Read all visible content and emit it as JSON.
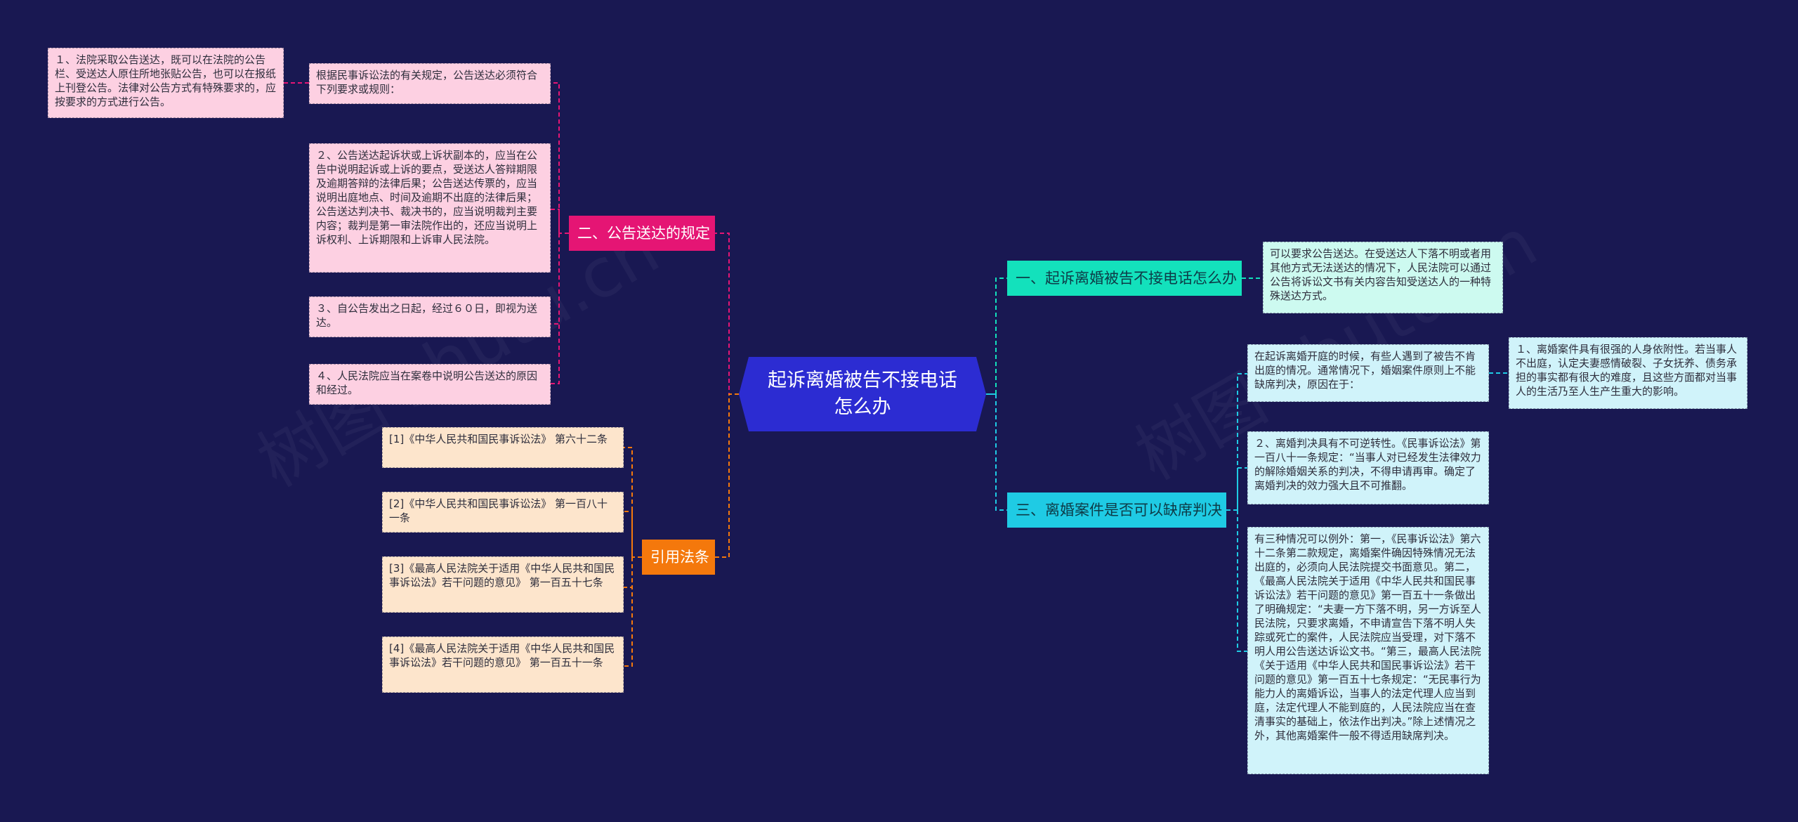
{
  "root": "起诉离婚被告不接电话怎么办",
  "branches": {
    "b1": "二、公告送达的规定",
    "b2": "引用法条",
    "b3": "一、起诉离婚被告不接电话怎么办",
    "b4": "三、离婚案件是否可以缺席判决"
  },
  "leaves": {
    "p0": "根据民事诉讼法的有关规定，公告送达必须符合下列要求或规则：",
    "p0a": "１、法院采取公告送达，既可以在法院的公告栏、受送达人原住所地张贴公告，也可以在报纸上刊登公告。法律对公告方式有特殊要求的，应按要求的方式进行公告。",
    "p1": "２、公告送达起诉状或上诉状副本的，应当在公告中说明起诉或上诉的要点，受送达人答辩期限及逾期答辩的法律后果；公告送达传票的，应当说明出庭地点、时间及逾期不出庭的法律后果；公告送达判决书、裁决书的，应当说明裁判主要内容；裁判是第一审法院作出的，还应当说明上诉权利、上诉期限和上诉审人民法院。",
    "p2": "３、自公告发出之日起，经过６０日，即视为送达。",
    "p3": "４、人民法院应当在案卷中说明公告送达的原因和经过。",
    "o1": "[1]《中华人民共和国民事诉讼法》 第六十二条",
    "o2": "[2]《中华人民共和国民事诉讼法》 第一百八十一条",
    "o3": "[3]《最高人民法院关于适用《中华人民共和国民事诉讼法》若干问题的意见》 第一百五十七条",
    "o4": "[4]《最高人民法院关于适用《中华人民共和国民事诉讼法》若干问题的意见》 第一百五十一条",
    "t1": "可以要求公告送达。在受送达人下落不明或者用其他方式无法送达的情况下，人民法院可以通过公告将诉讼文书有关内容告知受送达人的一种特殊送达方式。",
    "c1": "在起诉离婚开庭的时候，有些人遇到了被告不肯出庭的情况。通常情况下，婚姻案件原则上不能缺席判决，原因在于：",
    "c1a": "１、离婚案件具有很强的人身依附性。若当事人不出庭，认定夫妻感情破裂、子女抚养、债务承担的事实都有很大的难度，且这些方面都对当事人的生活乃至人生产生重大的影响。",
    "c2": "２、离婚判决具有不可逆转性。《民事诉讼法》第一百八十一条规定：“当事人对已经发生法律效力的解除婚姻关系的判决，不得申请再审。确定了离婚判决的效力强大且不可推翻。",
    "c3": "有三种情况可以例外：第一，《民事诉讼法》第六十二条第二款规定，离婚案件确因特殊情况无法出庭的，必须向人民法院提交书面意见。第二，《最高人民法院关于适用《中华人民共和国民事诉讼法》若干问题的意见》第一百五十一条做出了明确规定：“夫妻一方下落不明，另一方诉至人民法院，只要求离婚，不申请宣告下落不明人失踪或死亡的案件，人民法院应当受理，对下落不明人用公告送达诉讼文书。“第三，最高人民法院《关于适用《中华人民共和国民事诉讼法》若干问题的意见》第一百五十七条规定：“无民事行为能力人的离婚诉讼，当事人的法定代理人应当到庭，法定代理人不能到庭的，人民法院应当在查清事实的基础上，依法作出判决。”除上述情况之外，其他离婚案件一般不得适用缺席判决。"
  },
  "colors": {
    "background": "#191852",
    "root": "#2c2cd2",
    "pink": "#e51574",
    "orange": "#f4780c",
    "teal": "#13e1bc",
    "cyan": "#1fcbe4"
  }
}
